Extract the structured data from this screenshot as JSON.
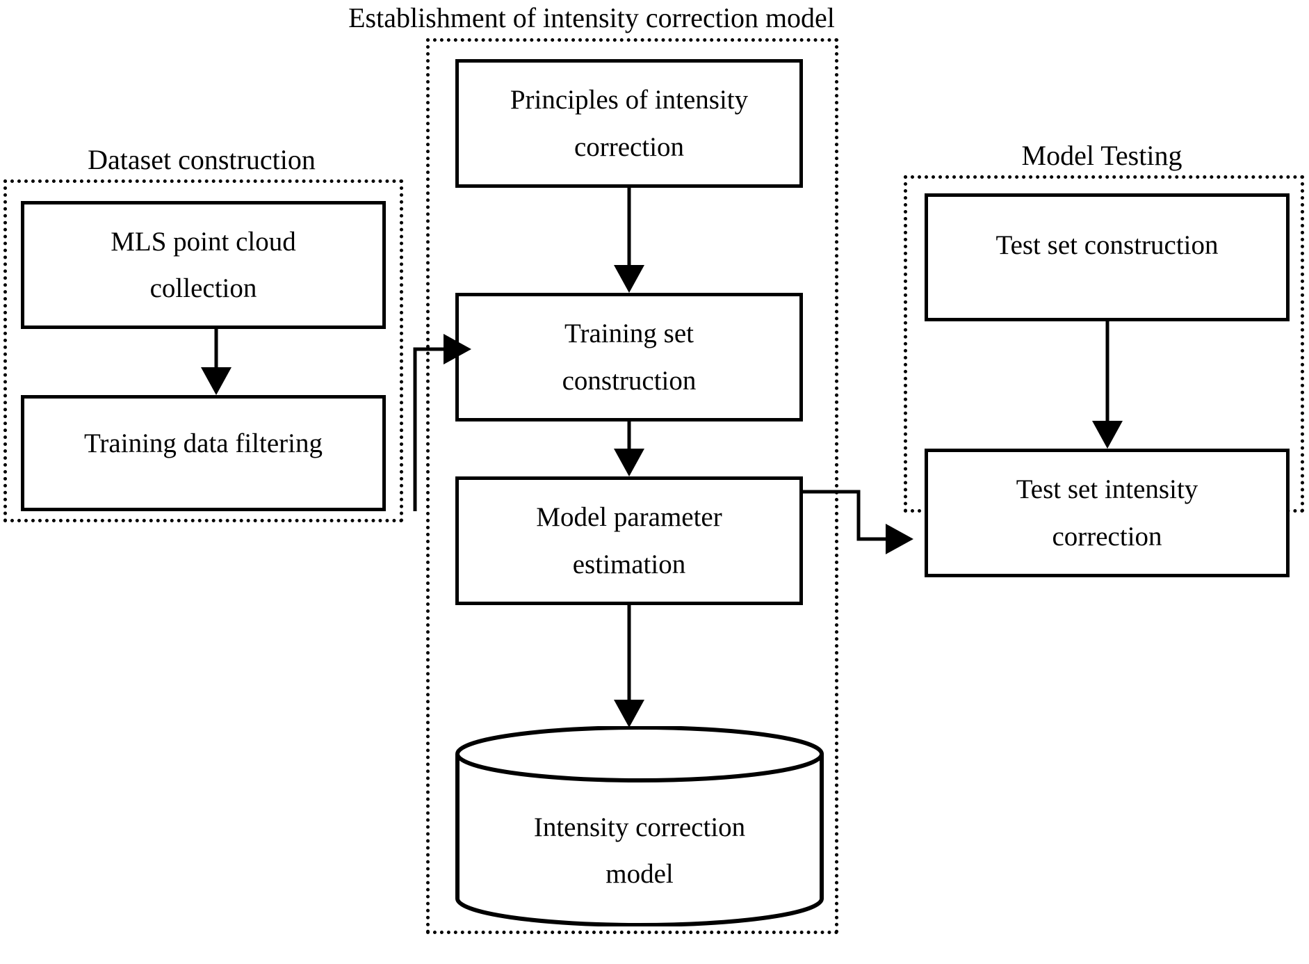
{
  "diagram": {
    "title_main": "Establishment of intensity correction model",
    "groups": [
      {
        "id": "dataset-construction",
        "title": "Dataset construction",
        "nodes": [
          {
            "id": "mls-point-cloud-collection",
            "lines": [
              "MLS point cloud",
              "collection"
            ],
            "shape": "rect"
          },
          {
            "id": "training-data-filtering",
            "lines": [
              "Training data filtering"
            ],
            "shape": "rect"
          }
        ]
      },
      {
        "id": "intensity-correction-model",
        "title": "Establishment of intensity correction model",
        "nodes": [
          {
            "id": "principles-of-intensity-correction",
            "lines": [
              "Principles of intensity",
              "correction"
            ],
            "shape": "rect"
          },
          {
            "id": "training-set-construction",
            "lines": [
              "Training set",
              "construction"
            ],
            "shape": "rect"
          },
          {
            "id": "model-parameter-estimation",
            "lines": [
              "Model parameter",
              "estimation"
            ],
            "shape": "rect"
          },
          {
            "id": "intensity-correction-model-store",
            "lines": [
              "Intensity correction",
              "model"
            ],
            "shape": "cylinder"
          }
        ]
      },
      {
        "id": "model-testing",
        "title": "Model Testing",
        "nodes": [
          {
            "id": "test-set-construction",
            "lines": [
              "Test set construction"
            ],
            "shape": "rect"
          },
          {
            "id": "test-set-intensity-correction",
            "lines": [
              "Test set intensity",
              "correction"
            ],
            "shape": "rect"
          }
        ]
      }
    ],
    "edges": [
      {
        "id": "edge-collection-to-filtering",
        "from": "mls-point-cloud-collection",
        "to": "training-data-filtering",
        "style": "straight-down"
      },
      {
        "id": "edge-principles-to-trainingset",
        "from": "principles-of-intensity-correction",
        "to": "training-set-construction",
        "style": "straight-down"
      },
      {
        "id": "edge-trainingset-to-estimation",
        "from": "training-set-construction",
        "to": "model-parameter-estimation",
        "style": "straight-down"
      },
      {
        "id": "edge-estimation-to-store",
        "from": "model-parameter-estimation",
        "to": "intensity-correction-model-store",
        "style": "straight-down"
      },
      {
        "id": "edge-dataset-to-trainingset",
        "from": "dataset-construction",
        "to": "training-set-construction",
        "style": "elbow-right"
      },
      {
        "id": "edge-estimation-to-testcorrection",
        "from": "model-parameter-estimation",
        "to": "test-set-intensity-correction",
        "style": "elbow-right"
      },
      {
        "id": "edge-testset-to-testcorrection",
        "from": "test-set-construction",
        "to": "test-set-intensity-correction",
        "style": "straight-down"
      }
    ],
    "colors": {
      "stroke": "#000000",
      "background": "#ffffff",
      "text": "#000000"
    }
  }
}
